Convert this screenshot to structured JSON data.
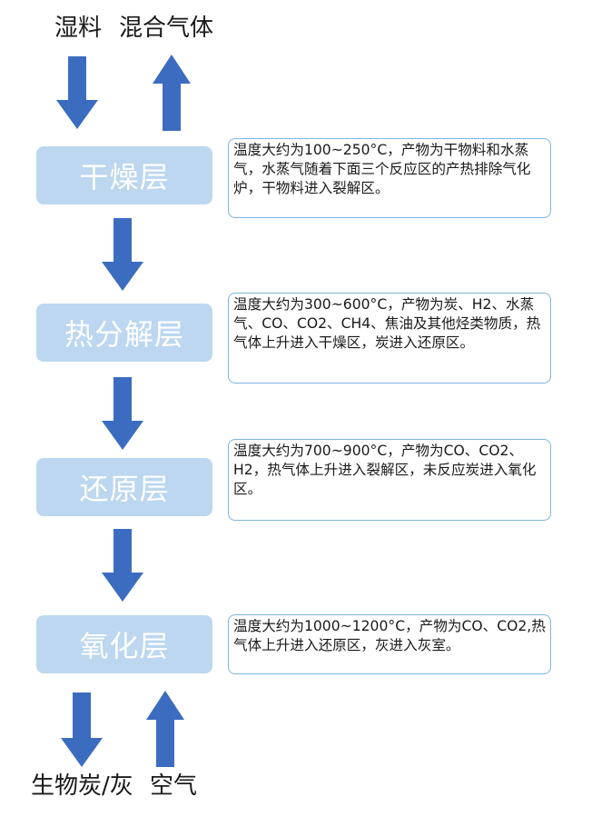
{
  "inputs": {
    "wet_material": "湿料",
    "mixed_gas": "混合气体"
  },
  "outputs": {
    "biochar_ash": "生物炭/灰",
    "air": "空气"
  },
  "colors": {
    "arrow": "#3c6cc0",
    "layer_box": "#bcd7ef",
    "note_border": "#7fb5dc"
  },
  "layers": [
    {
      "name": "干燥层",
      "description": "温度大约为100~250°C，产物为干物料和水蒸气，水蒸气随着下面三个反应区的产热排除气化炉，干物料进入裂解区。"
    },
    {
      "name": "热分解层",
      "description": "温度大约为300~600°C，产物为炭、H2、水蒸气、CO、CO2、CH4、焦油及其他烃类物质，热气体上升进入干燥区，炭进入还原区。"
    },
    {
      "name": "还原层",
      "description": "温度大约为700~900°C，产物为CO、CO2、H2，热气体上升进入裂解区，未反应炭进入氧化区。"
    },
    {
      "name": "氧化层",
      "description": "温度大约为1000~1200°C，产物为CO、CO2,热气体上升进入还原区，灰进入灰室。"
    }
  ]
}
